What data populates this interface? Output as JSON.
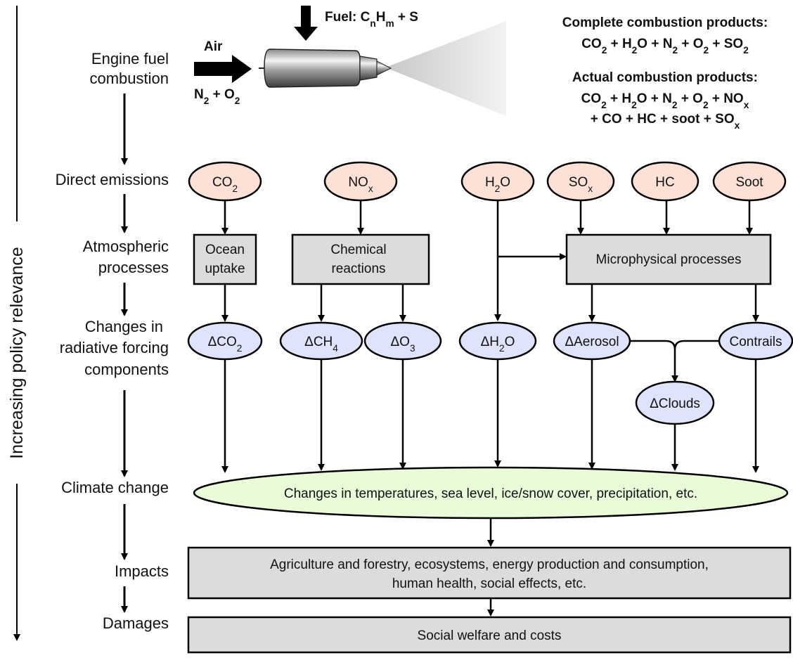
{
  "axis_label": "Increasing policy relevance",
  "stages": {
    "combustion": [
      "Engine fuel",
      "combustion"
    ],
    "direct": "Direct emissions",
    "atmospheric": [
      "Atmospheric",
      "processes"
    ],
    "forcing": [
      "Changes in",
      "radiative forcing",
      "components"
    ],
    "climate": "Climate change",
    "impacts": "Impacts",
    "damages": "Damages"
  },
  "engine": {
    "fuel_label": "Fuel: C_nH_m + S",
    "air_label": "Air",
    "air_formula": "N_2 + O_2"
  },
  "products": {
    "complete_title": "Complete combustion products:",
    "complete_formula": "CO_2 + H_2O + N_2 + O_2 + SO_2",
    "actual_title": "Actual combustion products:",
    "actual_line1": "CO_2 + H_2O + N_2 + O_2 + NO_x",
    "actual_line2": "+ CO + HC + soot + SO_x"
  },
  "emissions": [
    "CO_2",
    "NO_x",
    "H_2O",
    "SO_x",
    "HC",
    "Soot"
  ],
  "processes": {
    "ocean": [
      "Ocean",
      "uptake"
    ],
    "chemical": [
      "Chemical",
      "reactions"
    ],
    "microphysical": "Microphysical processes"
  },
  "forcing_components": [
    "ΔCO_2",
    "ΔCH_4",
    "ΔO_3",
    "ΔH_2O",
    "ΔAerosol",
    "Contrails",
    "ΔClouds"
  ],
  "climate_text": "Changes in temperatures, sea level, ice/snow cover, precipitation, etc.",
  "impacts_text": [
    "Agriculture and forestry, ecosystems, energy production and consumption,",
    "human health, social effects, etc."
  ],
  "damages_text": "Social welfare and costs",
  "colors": {
    "direct": "#e8562a",
    "forcing": "#1f4fd6",
    "climate": "#2fb54a",
    "emission_fill": "#fde0d6",
    "forcing_fill": "#dfe3fb",
    "climate_fill": "#e9fbd9",
    "box_fill": "#dcdcdc"
  }
}
